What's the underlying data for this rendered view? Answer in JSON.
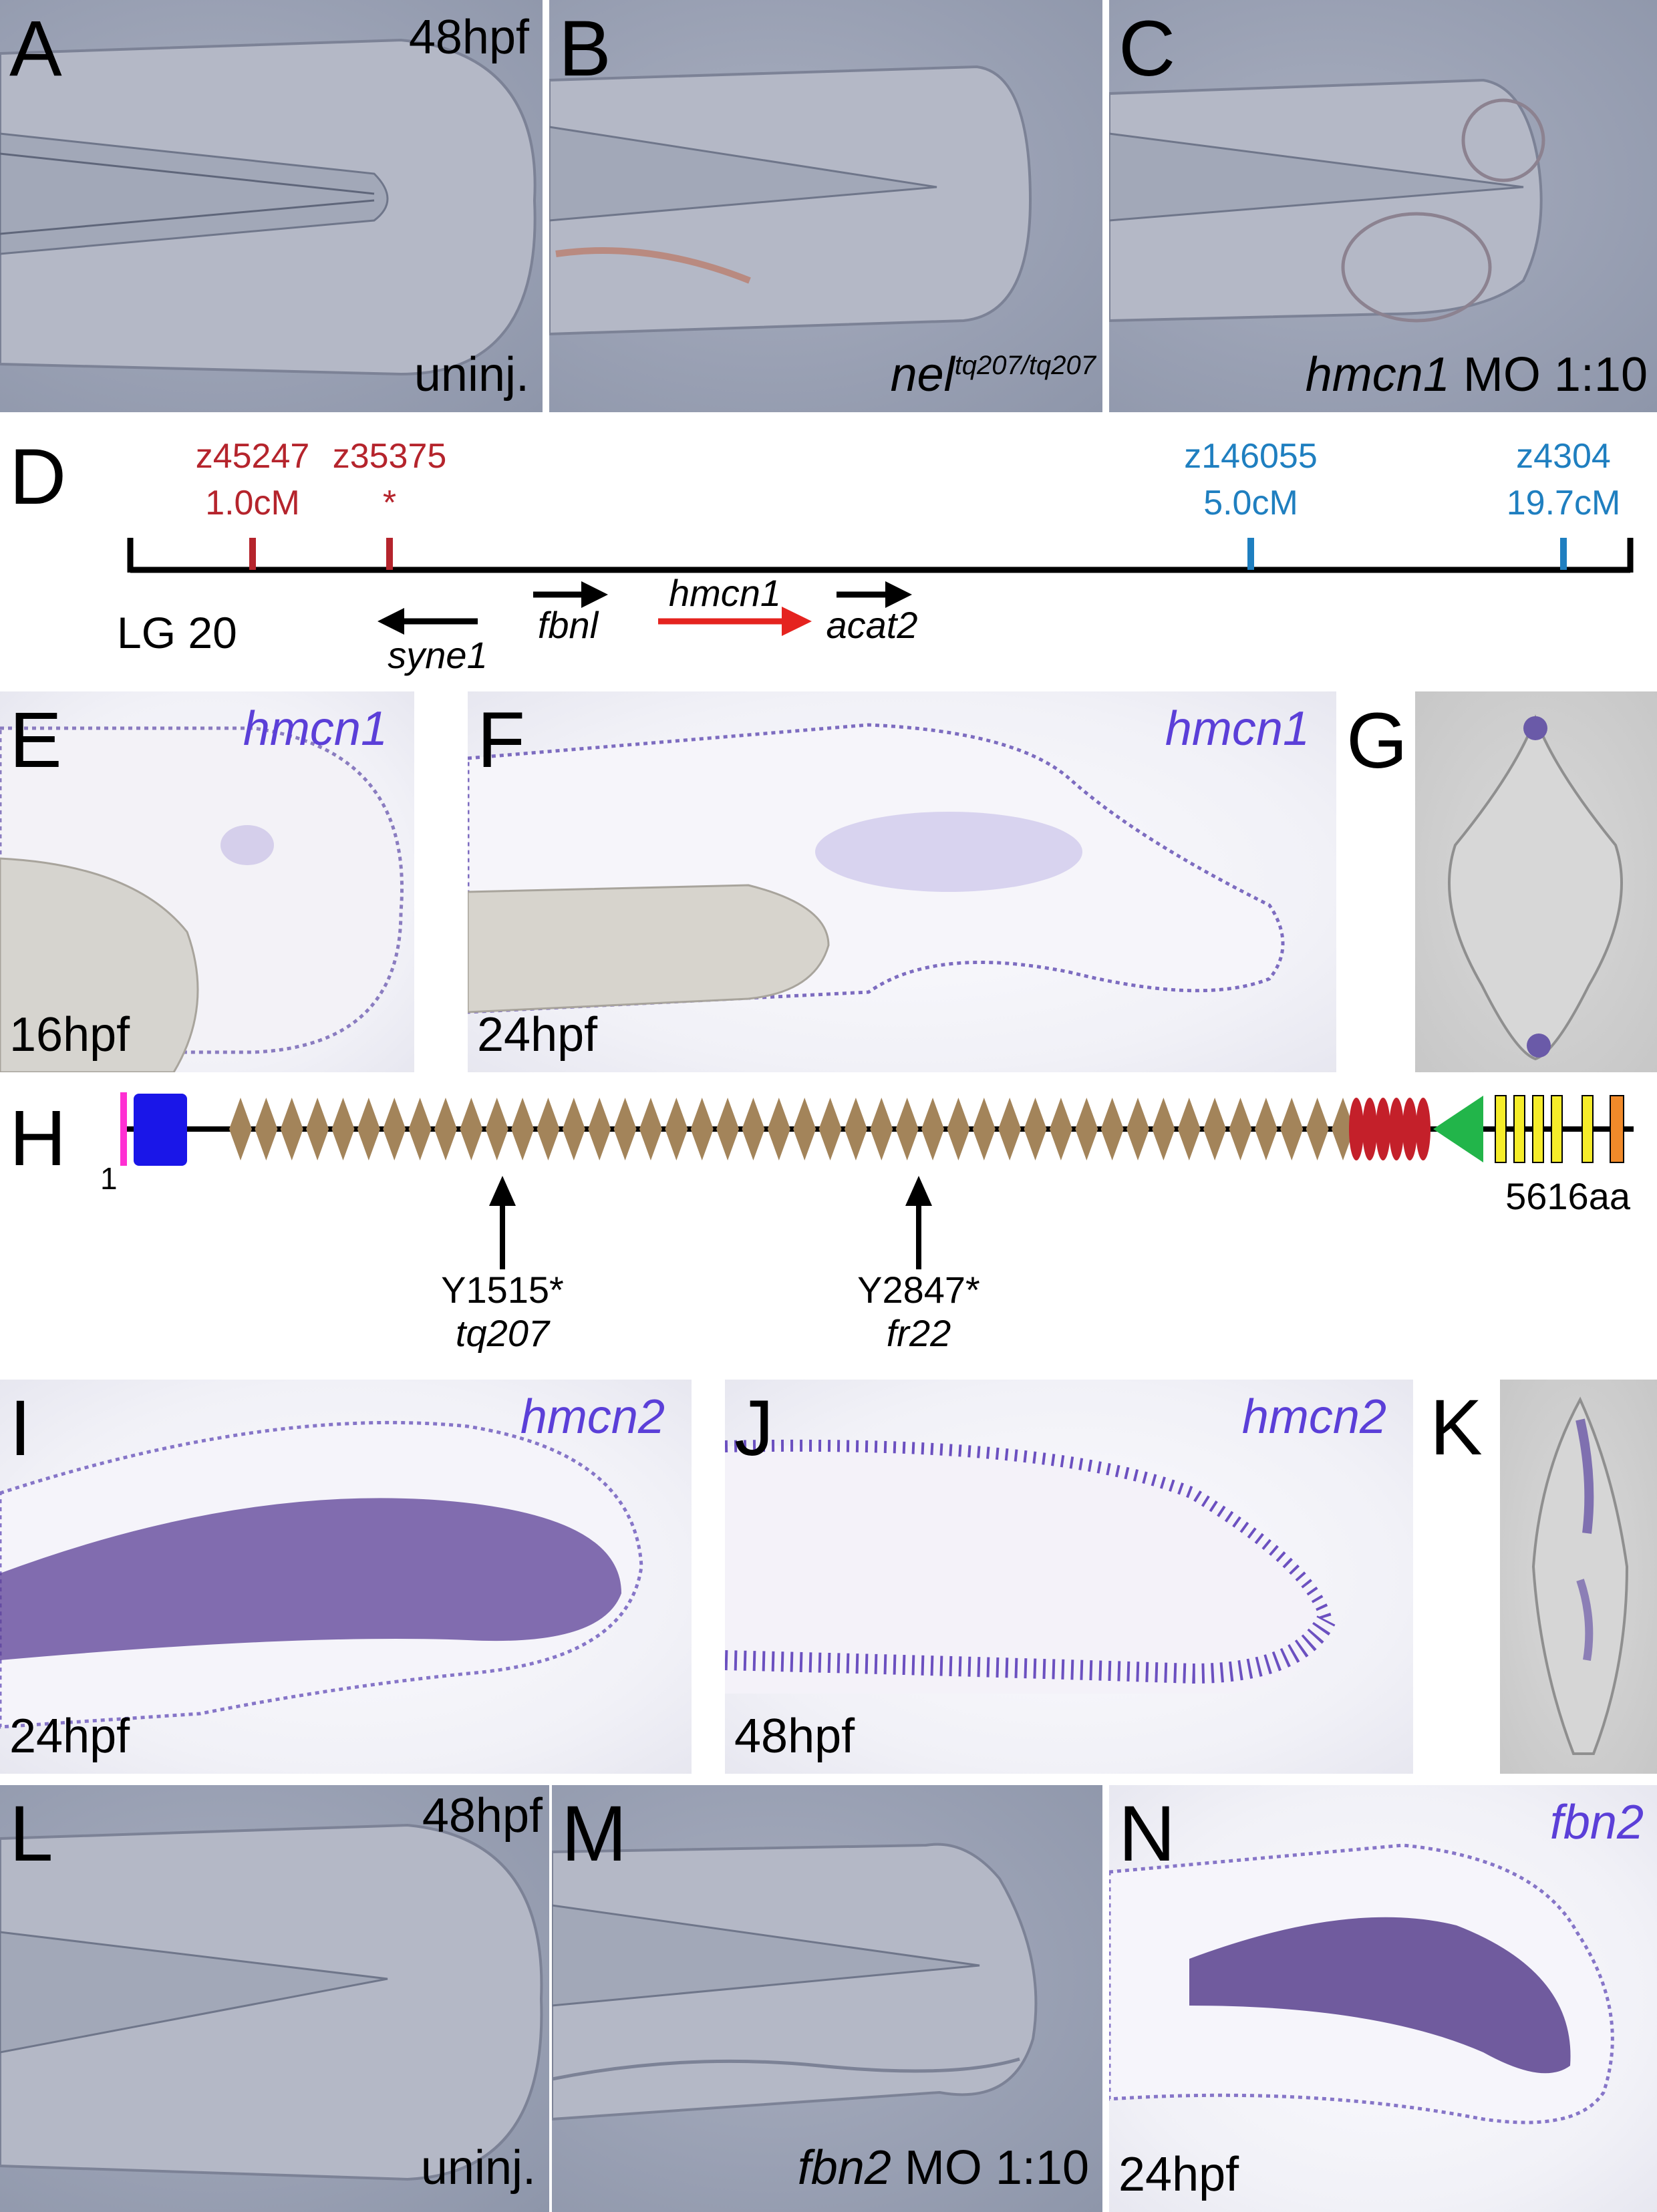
{
  "panels": {
    "A": {
      "letter": "A",
      "stage": "48hpf",
      "condition": "uninj."
    },
    "B": {
      "letter": "B",
      "gene": "nel",
      "allele": "tq207/tq207"
    },
    "C": {
      "letter": "C",
      "gene": "hmcn1",
      "condition": "MO 1:10"
    },
    "D": {
      "letter": "D",
      "chromosome": "LG 20",
      "markers": [
        {
          "name": "z45247",
          "distance": "1.0cM",
          "color": "#b5242c"
        },
        {
          "name": "z35375",
          "distance": "*",
          "color": "#b5242c"
        },
        {
          "name": "z146055",
          "distance": "5.0cM",
          "color": "#1f7fc0"
        },
        {
          "name": "z4304",
          "distance": "19.7cM",
          "color": "#1f7fc0"
        }
      ],
      "genes": [
        "syne1",
        "fbnl",
        "hmcn1",
        "acat2"
      ]
    },
    "E": {
      "letter": "E",
      "gene": "hmcn1",
      "stage": "16hpf"
    },
    "F": {
      "letter": "F",
      "gene": "hmcn1",
      "stage": "24hpf"
    },
    "G": {
      "letter": "G"
    },
    "H": {
      "letter": "H",
      "start": "1",
      "end": "5616aa",
      "mutations": [
        {
          "site": "Y1515*",
          "allele": "tq207"
        },
        {
          "site": "Y2847*",
          "allele": "fr22"
        }
      ],
      "domain_colors": {
        "signal": "#ff2fd2",
        "vwa": "#1a16e8",
        "ig": "#a3845a",
        "egf": "#c4202a",
        "g2f": "#22b54a",
        "tsp": "#f5ec2a",
        "fibulin": "#f08a2a"
      }
    },
    "I": {
      "letter": "I",
      "gene": "hmcn2",
      "stage": "24hpf"
    },
    "J": {
      "letter": "J",
      "gene": "hmcn2",
      "stage": "48hpf"
    },
    "K": {
      "letter": "K"
    },
    "L": {
      "letter": "L",
      "stage": "48hpf",
      "condition": "uninj."
    },
    "M": {
      "letter": "M",
      "gene": "fbn2",
      "condition": "MO 1:10"
    },
    "N": {
      "letter": "N",
      "gene": "fbn2",
      "stage": "24hpf"
    }
  }
}
